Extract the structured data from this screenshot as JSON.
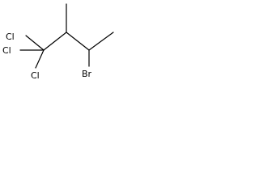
{
  "molecule": {
    "atoms": {
      "cl_upper": "Cl",
      "cl_middle": "Cl",
      "cl_lower": "Cl",
      "br": "Br"
    }
  }
}
